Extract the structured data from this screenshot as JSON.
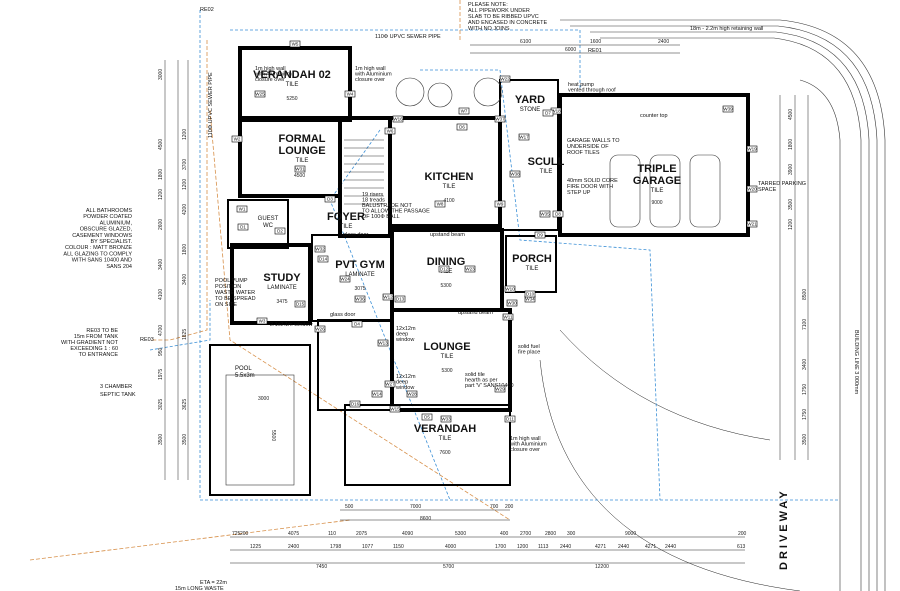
{
  "rooms": {
    "verandah02": {
      "name": "VERANDAH 02",
      "finish": "TILE",
      "size": "5250"
    },
    "formal_lounge": {
      "name": "FORMAL LOUNGE",
      "finish": "TILE",
      "size": "4500"
    },
    "guest_wc": {
      "name": "GUEST WC",
      "finish": ""
    },
    "study": {
      "name": "STUDY",
      "finish": "LAMINATE",
      "size": "3475"
    },
    "foyer": {
      "name": "FOYER",
      "finish": "TILE"
    },
    "pvt_gym": {
      "name": "PVT GYM",
      "finish": "LAMINATE",
      "size": "3075"
    },
    "kitchen": {
      "name": "KITCHEN",
      "finish": "TILE",
      "size": "4100"
    },
    "dining": {
      "name": "DINING",
      "finish": "TILE",
      "size": "5300"
    },
    "lounge": {
      "name": "LOUNGE",
      "finish": "TILE",
      "size": "5300"
    },
    "verandah": {
      "name": "VERANDAH",
      "finish": "TILE",
      "size": "7600"
    },
    "yard": {
      "name": "YARD",
      "finish": "STONE"
    },
    "scull": {
      "name": "SCULL",
      "finish": "TILE"
    },
    "porch": {
      "name": "PORCH",
      "finish": "TILE"
    },
    "triple_garage": {
      "name": "TRIPLE GARAGE",
      "finish": "TILE",
      "size": "9000"
    },
    "pool": {
      "name": "POOL",
      "size": "5.5x3m",
      "dims": [
        "3000",
        "5500"
      ]
    }
  },
  "notes": {
    "pipework": [
      "PLEASE NOTE:",
      "ALL PIPEWORK UNDER",
      "SLAB TO BE RIBBED UPVC",
      "AND ENCASED IN CONCRETE",
      "WITH NO JOINS"
    ],
    "bathrooms": [
      "ALL BATHROOMS",
      "POWDER COATED",
      "ALUMINIUM,",
      "OBSCURE GLAZED,",
      "CASEMENT WINDOWS",
      "BY SPECIALIST.",
      "COLOUR : MATT BRONZE",
      "ALL GLAZING TO COMPLY",
      "WITH SANS 10400 AND",
      "SANS 204"
    ],
    "pool_pump": [
      "POOL PUMP",
      "POSITION",
      "WASTE WATER",
      "TO BE SPREAD",
      "ON SITE"
    ],
    "re03": [
      "RE03 TO BE",
      "15m FROM TANK",
      "WITH GRADIENT NOT",
      "EXCEEDING 1 : 60",
      "TO ENTRANCE"
    ],
    "garage_walls": [
      "GARAGE WALLS TO",
      "UNDERSIDE OF",
      "ROOF TILES"
    ],
    "solid_core": [
      "40mm SOLID CORE",
      "FIRE DOOR WITH",
      "STEP UP"
    ],
    "stair": [
      "19 risers",
      "18 treads",
      "BALUSTRADE NOT",
      "TO ALLOW THE PASSAGE",
      "OF 100Φ BALL"
    ],
    "tarred": [
      "TARRED PARKING",
      "SPACE"
    ],
    "wall_alu": [
      "1m high wall",
      "with Aluminium",
      "closure over"
    ],
    "solid_fuel": [
      "solid fuel",
      "fire place"
    ],
    "heat": [
      "heat pump",
      "vented through roof"
    ],
    "sewer": "110Φ UPVC SEWER PIPE",
    "retaining": "18m - 2.2m high retaining wall",
    "building_line": "BUILDING LINE 3 000mm",
    "septic": [
      "3 CHAMBER",
      "SEPTIC TANK"
    ],
    "eta": "ETA = 22m",
    "long_waste": "15m LONG WASTE",
    "driveway": "DRIVEWAY",
    "re01": "RE01",
    "re02": "RE02",
    "re03_tag": "RE03",
    "counter": "counter top",
    "upstand1": "upstand beam",
    "upstand2": "upstand beam",
    "glass_door1": "glass door",
    "glass_door2": "glass door",
    "window": "2.1x2.1m window",
    "deep1": [
      "12x12m",
      "deep",
      "window"
    ],
    "deep2": [
      "12x12m",
      "deep",
      "window"
    ],
    "hearth": [
      "solid tile",
      "hearth as per",
      "part 'V' SANS10400"
    ]
  },
  "top_dims": [
    "6100",
    "6000",
    "1600",
    "2400"
  ],
  "bottom_row1": [
    "725",
    "200",
    "4075",
    "110",
    "2075",
    "4090",
    "5300",
    "400",
    "2700",
    "2800",
    "300",
    "9000",
    "200"
  ],
  "bottom_row2": [
    "1225",
    "2400",
    "1798",
    "1077",
    "1150",
    "4000",
    "1700",
    "1200",
    "1113",
    "2440",
    "4271",
    "2440",
    "4271",
    "2440",
    "613"
  ],
  "bottom_row3": [
    "7450",
    "5700",
    "12200"
  ],
  "lower_dims": [
    "500",
    "7000",
    "700",
    "200",
    "8600"
  ],
  "left_dims": [
    "3000",
    "4500",
    "1800",
    "1200",
    "2600",
    "3400",
    "4100",
    "4700",
    "950",
    "1975",
    "3025",
    "3500"
  ],
  "left_dims2": [
    "1200",
    "3700",
    "1200",
    "4200",
    "1800",
    "3400",
    "1825",
    "3625",
    "3500"
  ],
  "right_dims": [
    "4500",
    "1800",
    "3900",
    "3500",
    "1200",
    "8500",
    "7100",
    "3400",
    "1750",
    "1750",
    "3500"
  ],
  "windows": [
    "W1",
    "W2",
    "W3",
    "W4",
    "W5",
    "W6",
    "W7",
    "W8",
    "W9",
    "W10",
    "W11",
    "W12",
    "W13",
    "W14",
    "W15",
    "W16",
    "W17",
    "W18",
    "W19",
    "W20",
    "W21",
    "W22",
    "W23",
    "W24",
    "W25",
    "W26",
    "W27",
    "W28",
    "W29",
    "W30",
    "W31",
    "W32",
    "W33",
    "W34",
    "W35",
    "W36",
    "W37",
    "W38",
    "W39"
  ],
  "doors": [
    "D1",
    "D2",
    "D3",
    "D4",
    "D5",
    "D6",
    "D7",
    "D8",
    "D9",
    "D10",
    "D11",
    "D12",
    "D13",
    "D14",
    "D15",
    "D16",
    "D17",
    "D18",
    "D19",
    "D20",
    "D21",
    "D22",
    "D23",
    "D24",
    "D25",
    "D26",
    "D27",
    "D28",
    "D29",
    "D30",
    "D31",
    "D32"
  ]
}
